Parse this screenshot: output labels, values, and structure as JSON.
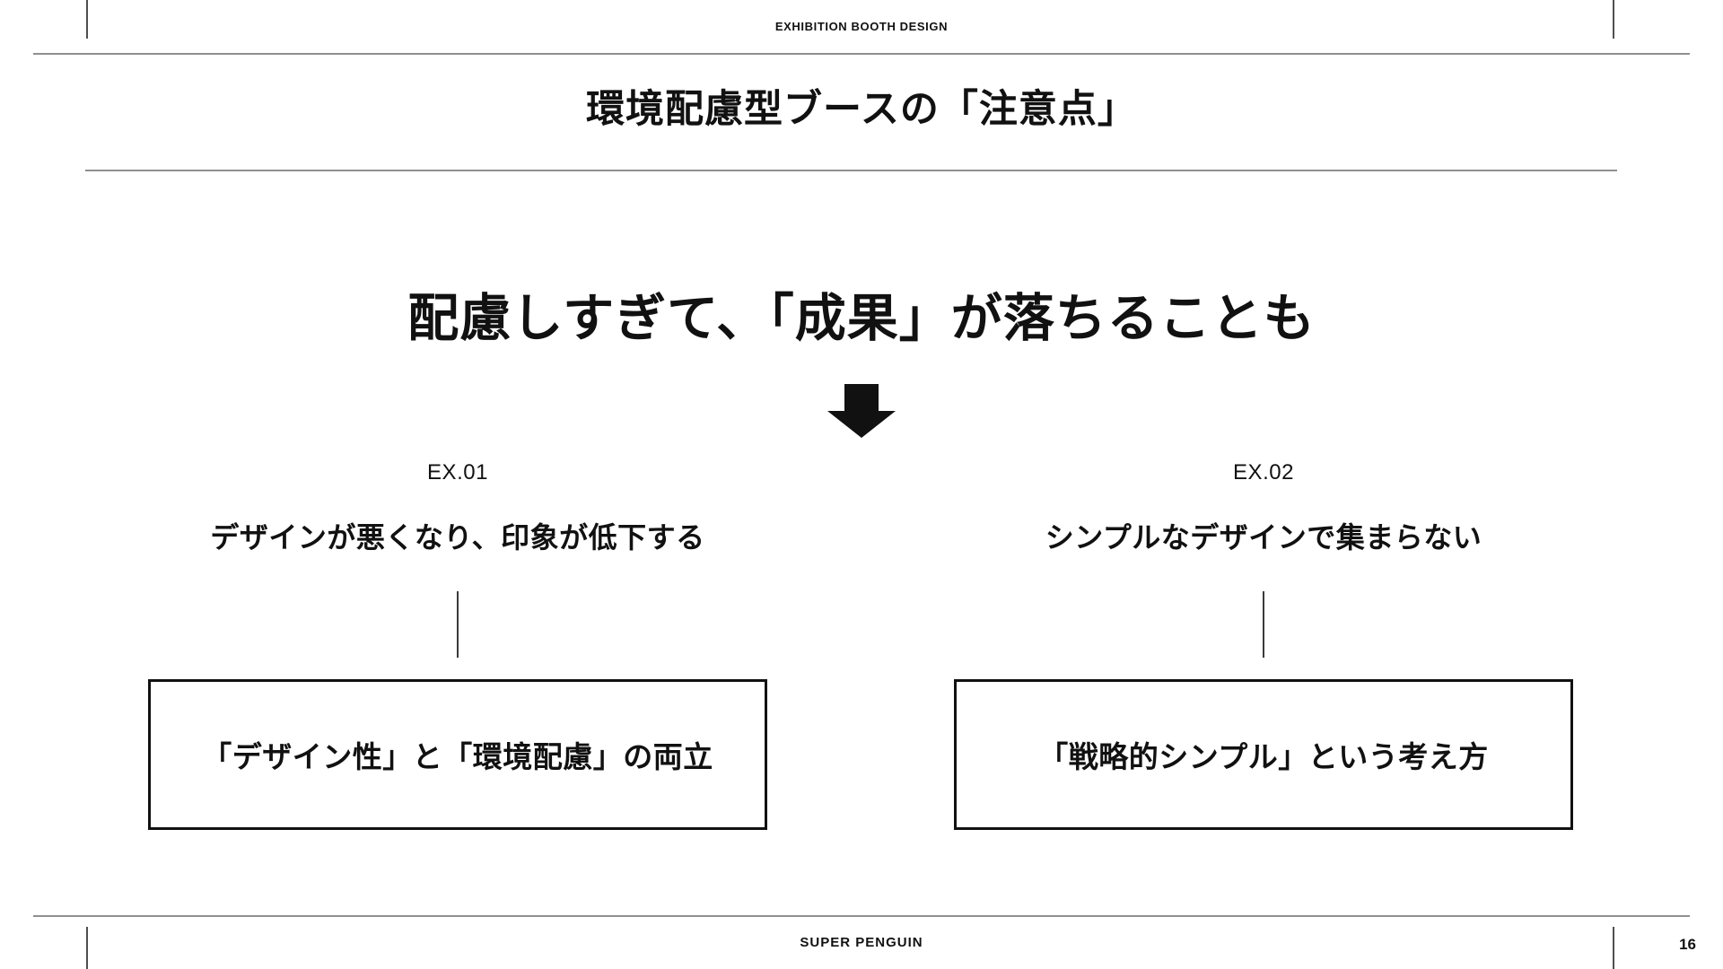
{
  "header": {
    "label": "EXHIBITION BOOTH DESIGN"
  },
  "slide": {
    "title": "環境配慮型ブースの「注意点」",
    "statement": "配慮しすぎて、「成果」が落ちることも",
    "arrow_icon": "down-arrow",
    "examples": [
      {
        "label": "EX.01",
        "problem": "デザインが悪くなり、印象が低下する",
        "solution": "「デザイン性」と「環境配慮」の両立"
      },
      {
        "label": "EX.02",
        "problem": "シンプルなデザインで集まらない",
        "solution": "「戦略的シンプル」という考え方"
      }
    ]
  },
  "footer": {
    "brand": "SUPER PENGUIN",
    "page_number": "16"
  },
  "colors": {
    "background": "#ffffff",
    "text": "#111111",
    "rule_gray": "#8f8f8f",
    "crop_mark": "#4f4f4f",
    "connector": "#3a3a3a",
    "box_border": "#111111",
    "arrow": "#111111"
  }
}
